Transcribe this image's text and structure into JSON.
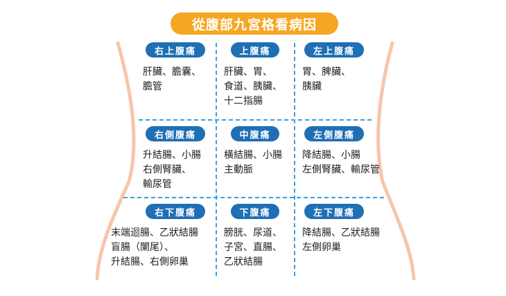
{
  "title": "從腹部九宮格看病因",
  "colors": {
    "title_bg": "#f5a623",
    "label_bg": "#1f6fb5",
    "grid_line": "#3a9fe0",
    "body_outline": "#f6c6a9",
    "text": "#1e1e1e"
  },
  "regions": [
    {
      "label": "右上腹痛",
      "organs": "肝臟、膽囊、\n膽管"
    },
    {
      "label": "上腹痛",
      "organs": "肝臟、胃、\n食道、胰臟、\n十二指腸"
    },
    {
      "label": "左上腹痛",
      "organs": "胃、脾臟、\n胰臟"
    },
    {
      "label": "右側腹痛",
      "organs": "升結腸、小腸\n右側腎臟、\n輸尿管"
    },
    {
      "label": "中腹痛",
      "organs": "橫結腸、小腸\n主動脈"
    },
    {
      "label": "左側腹痛",
      "organs": "降結腸、小腸\n左側腎臟、輸尿管"
    },
    {
      "label": "右下腹痛",
      "organs": "末端迴腸、乙狀結腸\n盲腸（闌尾）、\n升結腸、右側卵巢"
    },
    {
      "label": "下腹痛",
      "organs": "膀胱、尿道、\n子宮、直腸、\n乙狀結腸"
    },
    {
      "label": "左下腹痛",
      "organs": "降結腸、乙狀結腸\n左側卵巢"
    }
  ]
}
